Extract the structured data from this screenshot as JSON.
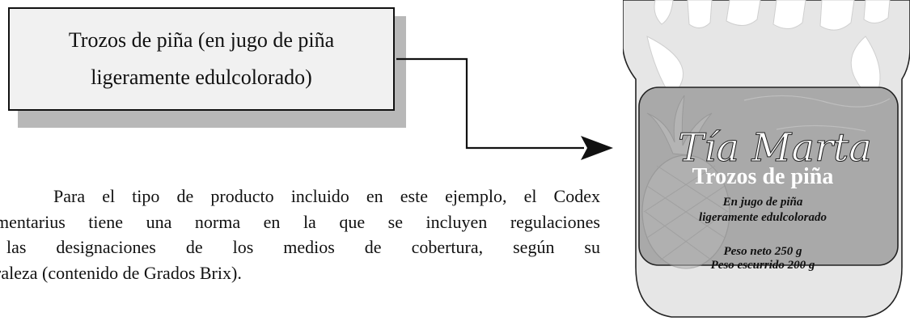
{
  "callout": {
    "line1": "Trozos de piña (en jugo de piña",
    "line2": "ligeramente edulcolorado)"
  },
  "paragraph": {
    "lines": [
      "Para el tipo de producto incluido en este ejemplo, el Codex",
      "mentarius tiene una norma en la que se incluyen regulaciones",
      "las designaciones de los medios de cobertura, según su",
      "raleza (contenido de Grados Brix)."
    ]
  },
  "label": {
    "brand": "Tía Marta",
    "product": "Trozos de piña",
    "medium_line1": "En jugo de piña",
    "medium_line2": "ligeramente edulcolorado",
    "net_weight": "Peso  neto 250 g",
    "drained_weight": "Peso escurrido 200 g"
  },
  "colors": {
    "jar_fill": "#e6e6e6",
    "label_fill": "#a9a9a9",
    "callout_fill": "#f1f1f1",
    "callout_shadow": "#b8b8b8"
  }
}
